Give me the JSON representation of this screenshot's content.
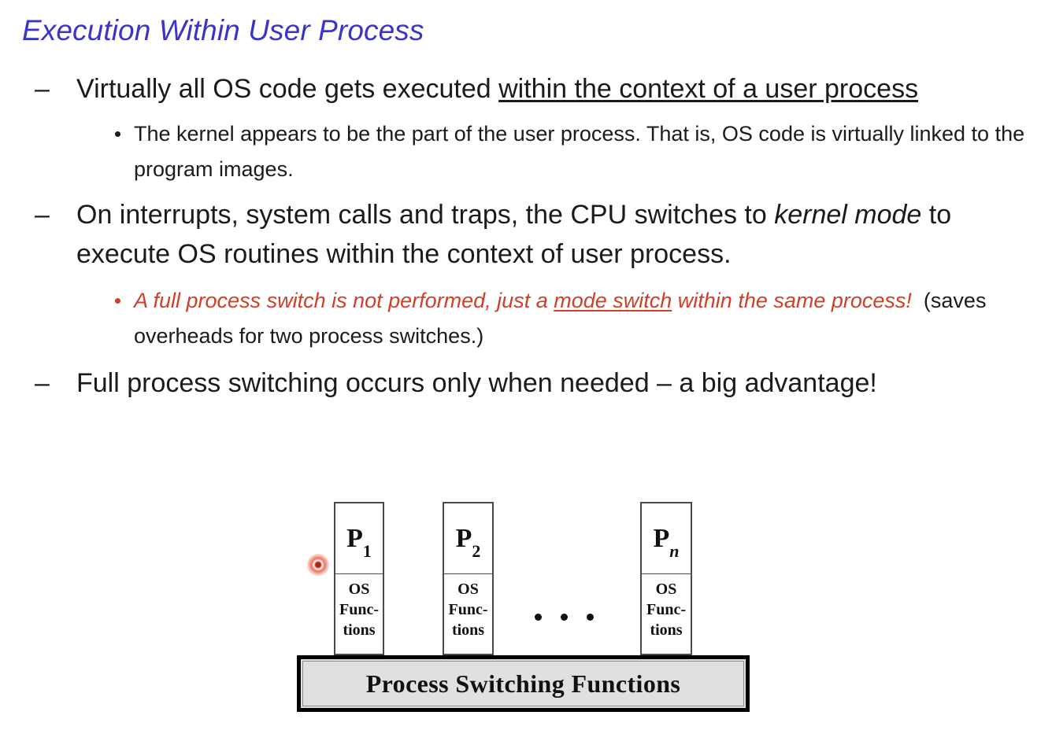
{
  "slide": {
    "title": "Execution Within User Process",
    "title_color": "#3a34c9",
    "body_color": "#1b1b1b",
    "accent_red": "#cf4028",
    "background": "#ffffff"
  },
  "bullets": [
    {
      "level": 1,
      "marker": "–",
      "segments": [
        {
          "text": "Virtually all OS code gets executed ",
          "style": "plain"
        },
        {
          "text": "within the context of a user process",
          "style": "underline"
        }
      ]
    },
    {
      "level": 2,
      "marker": "•",
      "segments": [
        {
          "text": "The kernel appears to be the part of the user process. That is, OS code is virtually linked to the program images.",
          "style": "plain"
        }
      ]
    },
    {
      "level": 1,
      "marker": "–",
      "segments": [
        {
          "text": "On interrupts, system calls and traps, the CPU switches to ",
          "style": "plain"
        },
        {
          "text": "kernel mode",
          "style": "italic"
        },
        {
          "text": " to execute OS routines within the context of user process.",
          "style": "plain"
        }
      ]
    },
    {
      "level": 2,
      "marker": "•",
      "color": "red",
      "segments": [
        {
          "text": "A full process switch is not performed, just a ",
          "style": "italic"
        },
        {
          "text": "mode switch",
          "style": "italic-underline"
        },
        {
          "text": " within the same process!",
          "style": "italic"
        },
        {
          "text": "  (saves overheads for two process switches.)",
          "style": "plain-black"
        }
      ]
    },
    {
      "level": 1,
      "marker": "–",
      "segments": [
        {
          "text": "Full process switching occurs only when needed – a big advantage!",
          "style": "plain"
        }
      ]
    }
  ],
  "text_runs": {
    "b1_a": "Virtually all OS code gets executed ",
    "b1_b": "within the context of a user process",
    "b2": "The kernel appears to be the part of the user process. That is, OS code is virtually linked to the program images.",
    "b3_a": "On interrupts, system calls and traps, the CPU switches to ",
    "b3_b": "kernel mode",
    "b3_c": " to execute OS routines within the context of user process.",
    "b4_a": "A full process switch is not performed, just a ",
    "b4_b": "mode switch",
    "b4_c": " within the same process!",
    "b4_d": "  (saves overheads for two process switches.)",
    "b5": "Full process switching occurs only when needed – a big advantage!",
    "dash": "–"
  },
  "diagram": {
    "processes": [
      {
        "label_base": "P",
        "label_sub": "1",
        "sub_italic": false,
        "os_lines": [
          "OS",
          "Func-",
          "tions"
        ]
      },
      {
        "label_base": "P",
        "label_sub": "2",
        "sub_italic": false,
        "os_lines": [
          "OS",
          "Func-",
          "tions"
        ]
      },
      {
        "label_base": "P",
        "label_sub": "n",
        "sub_italic": true,
        "os_lines": [
          "OS",
          "Func-",
          "tions"
        ]
      }
    ],
    "ellipsis": "• • •",
    "switch_bar_label": "Process Switching Functions",
    "switch_bar_fill": "#e0e0e0",
    "box_border_color": "#4a4a4a",
    "marker_color": "#b81f10"
  }
}
